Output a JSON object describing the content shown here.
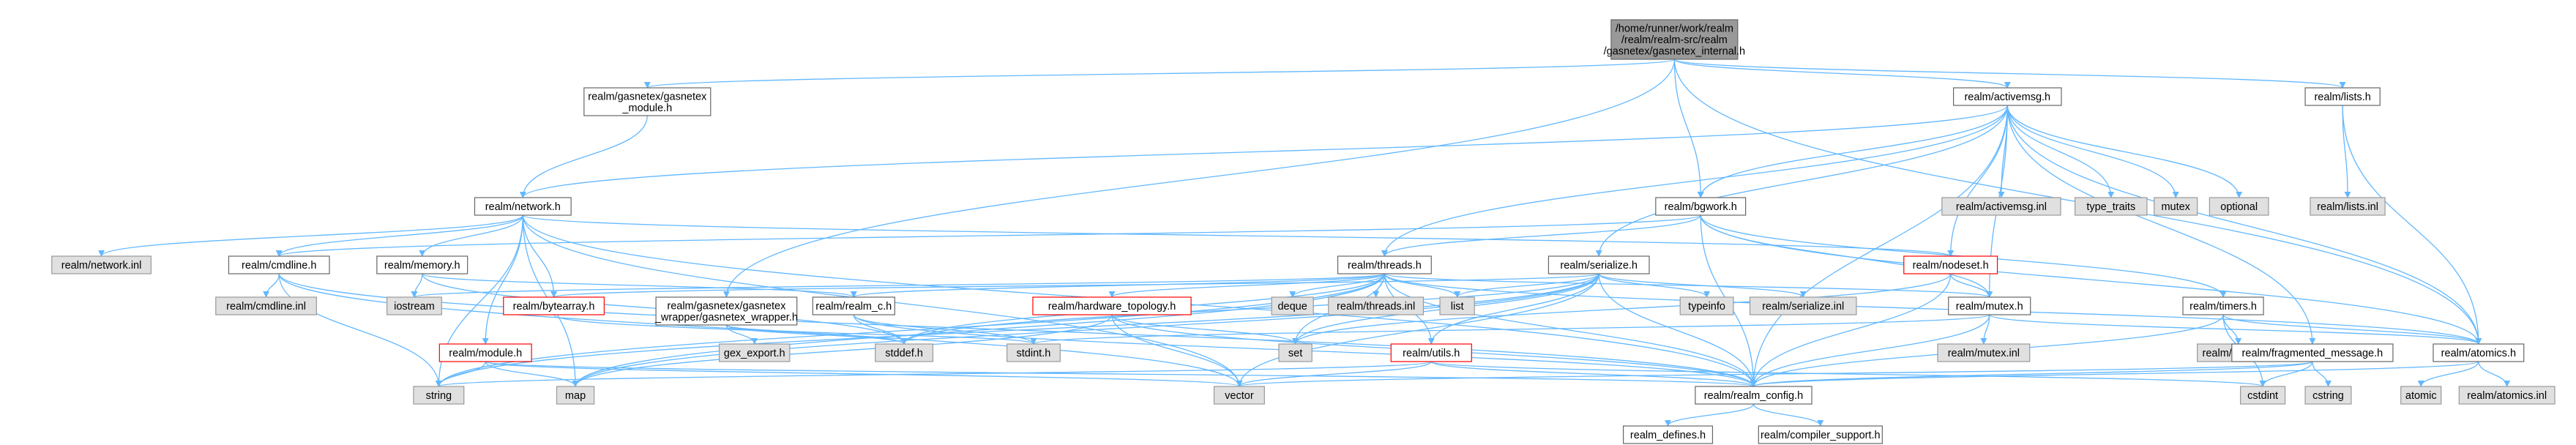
{
  "colors": {
    "focus_fill": "#999999",
    "focus_border": "#666666",
    "node_fill": "#ffffff",
    "node_border": "#666666",
    "external_fill": "#e0e0e0",
    "external_border": "#999999",
    "truncated_border": "#ff0000",
    "edge": "#63b8ff"
  },
  "nodes": [
    {
      "id": "root",
      "lines": [
        "/home/runner/work/realm",
        "/realm/realm-src/realm",
        "/gasnetex/gasnetex_internal.h"
      ],
      "kind": "focus"
    },
    {
      "id": "gasnetex_module",
      "lines": [
        "realm/gasnetex/gasnetex",
        "_module.h"
      ],
      "kind": "normal"
    },
    {
      "id": "activemsg",
      "lines": [
        "realm/activemsg.h"
      ],
      "kind": "normal"
    },
    {
      "id": "lists",
      "lines": [
        "realm/lists.h"
      ],
      "kind": "normal"
    },
    {
      "id": "network",
      "lines": [
        "realm/network.h"
      ],
      "kind": "normal"
    },
    {
      "id": "bgwork",
      "lines": [
        "realm/bgwork.h"
      ],
      "kind": "normal"
    },
    {
      "id": "activemsg_inl",
      "lines": [
        "realm/activemsg.inl"
      ],
      "kind": "external"
    },
    {
      "id": "type_traits",
      "lines": [
        "type_traits"
      ],
      "kind": "external"
    },
    {
      "id": "mutex_std",
      "lines": [
        "mutex"
      ],
      "kind": "external"
    },
    {
      "id": "optional",
      "lines": [
        "optional"
      ],
      "kind": "external"
    },
    {
      "id": "lists_inl",
      "lines": [
        "realm/lists.inl"
      ],
      "kind": "external"
    },
    {
      "id": "network_inl",
      "lines": [
        "realm/network.inl"
      ],
      "kind": "external"
    },
    {
      "id": "cmdline",
      "lines": [
        "realm/cmdline.h"
      ],
      "kind": "normal"
    },
    {
      "id": "memory",
      "lines": [
        "realm/memory.h"
      ],
      "kind": "normal"
    },
    {
      "id": "threads",
      "lines": [
        "realm/threads.h"
      ],
      "kind": "normal"
    },
    {
      "id": "serialize",
      "lines": [
        "realm/serialize.h"
      ],
      "kind": "normal"
    },
    {
      "id": "nodeset",
      "lines": [
        "realm/nodeset.h"
      ],
      "kind": "truncated"
    },
    {
      "id": "cmdline_inl",
      "lines": [
        "realm/cmdline.inl"
      ],
      "kind": "external"
    },
    {
      "id": "iostream",
      "lines": [
        "iostream"
      ],
      "kind": "external"
    },
    {
      "id": "bytearray",
      "lines": [
        "realm/bytearray.h"
      ],
      "kind": "truncated"
    },
    {
      "id": "gasnetex_wrapper",
      "lines": [
        "realm/gasnetex/gasnetex",
        "_wrapper/gasnetex_wrapper.h"
      ],
      "kind": "normal"
    },
    {
      "id": "realm_c",
      "lines": [
        "realm/realm_c.h"
      ],
      "kind": "normal"
    },
    {
      "id": "hw_topology",
      "lines": [
        "realm/hardware_topology.h"
      ],
      "kind": "truncated"
    },
    {
      "id": "deque",
      "lines": [
        "deque"
      ],
      "kind": "external"
    },
    {
      "id": "threads_inl",
      "lines": [
        "realm/threads.inl"
      ],
      "kind": "external"
    },
    {
      "id": "list",
      "lines": [
        "list"
      ],
      "kind": "external"
    },
    {
      "id": "typeinfo",
      "lines": [
        "typeinfo"
      ],
      "kind": "external"
    },
    {
      "id": "serialize_inl",
      "lines": [
        "realm/serialize.inl"
      ],
      "kind": "external"
    },
    {
      "id": "mutex",
      "lines": [
        "realm/mutex.h"
      ],
      "kind": "normal"
    },
    {
      "id": "timers",
      "lines": [
        "realm/timers.h"
      ],
      "kind": "normal"
    },
    {
      "id": "module",
      "lines": [
        "realm/module.h"
      ],
      "kind": "truncated"
    },
    {
      "id": "gex_export",
      "lines": [
        "gex_export.h"
      ],
      "kind": "external"
    },
    {
      "id": "stddef",
      "lines": [
        "stddef.h"
      ],
      "kind": "external"
    },
    {
      "id": "stdint",
      "lines": [
        "stdint.h"
      ],
      "kind": "external"
    },
    {
      "id": "set",
      "lines": [
        "set"
      ],
      "kind": "external"
    },
    {
      "id": "utils",
      "lines": [
        "realm/utils.h"
      ],
      "kind": "truncated"
    },
    {
      "id": "mutex_inl",
      "lines": [
        "realm/mutex.inl"
      ],
      "kind": "external"
    },
    {
      "id": "timers_inl",
      "lines": [
        "realm/timers.inl"
      ],
      "kind": "external"
    },
    {
      "id": "fragmented",
      "lines": [
        "realm/fragmented_message.h"
      ],
      "kind": "normal"
    },
    {
      "id": "atomics",
      "lines": [
        "realm/atomics.h"
      ],
      "kind": "normal"
    },
    {
      "id": "string",
      "lines": [
        "string"
      ],
      "kind": "external"
    },
    {
      "id": "map",
      "lines": [
        "map"
      ],
      "kind": "external"
    },
    {
      "id": "vector",
      "lines": [
        "vector"
      ],
      "kind": "external"
    },
    {
      "id": "realm_config",
      "lines": [
        "realm/realm_config.h"
      ],
      "kind": "normal"
    },
    {
      "id": "cstdint",
      "lines": [
        "cstdint"
      ],
      "kind": "external"
    },
    {
      "id": "cstring",
      "lines": [
        "cstring"
      ],
      "kind": "external"
    },
    {
      "id": "atomic",
      "lines": [
        "atomic"
      ],
      "kind": "external"
    },
    {
      "id": "atomics_inl",
      "lines": [
        "realm/atomics.inl"
      ],
      "kind": "external"
    },
    {
      "id": "realm_defines",
      "lines": [
        "realm_defines.h"
      ],
      "kind": "normal"
    },
    {
      "id": "compiler_support",
      "lines": [
        "realm/compiler_support.h"
      ],
      "kind": "normal"
    }
  ],
  "edges": [
    [
      "root",
      "gasnetex_module"
    ],
    [
      "root",
      "activemsg"
    ],
    [
      "root",
      "lists"
    ],
    [
      "root",
      "bgwork"
    ],
    [
      "root",
      "atomics"
    ],
    [
      "root",
      "gasnetex_wrapper"
    ],
    [
      "gasnetex_module",
      "network"
    ],
    [
      "activemsg",
      "network"
    ],
    [
      "activemsg",
      "bgwork"
    ],
    [
      "activemsg",
      "activemsg_inl"
    ],
    [
      "activemsg",
      "type_traits"
    ],
    [
      "activemsg",
      "mutex_std"
    ],
    [
      "activemsg",
      "optional"
    ],
    [
      "activemsg",
      "serialize"
    ],
    [
      "activemsg",
      "nodeset"
    ],
    [
      "activemsg",
      "threads"
    ],
    [
      "activemsg",
      "mutex"
    ],
    [
      "activemsg",
      "realm_config"
    ],
    [
      "activemsg",
      "fragmented"
    ],
    [
      "activemsg",
      "atomics"
    ],
    [
      "lists",
      "lists_inl"
    ],
    [
      "lists",
      "atomics"
    ],
    [
      "network",
      "network_inl"
    ],
    [
      "network",
      "cmdline"
    ],
    [
      "network",
      "memory"
    ],
    [
      "network",
      "bytearray"
    ],
    [
      "network",
      "nodeset"
    ],
    [
      "network",
      "module"
    ],
    [
      "network",
      "realm_config"
    ],
    [
      "network",
      "map"
    ],
    [
      "network",
      "string"
    ],
    [
      "network",
      "vector"
    ],
    [
      "bgwork",
      "threads"
    ],
    [
      "bgwork",
      "mutex"
    ],
    [
      "bgwork",
      "atomics"
    ],
    [
      "bgwork",
      "timers"
    ],
    [
      "bgwork",
      "cmdline"
    ],
    [
      "bgwork",
      "realm_config"
    ],
    [
      "cmdline",
      "cmdline_inl"
    ],
    [
      "cmdline",
      "string"
    ],
    [
      "cmdline",
      "vector"
    ],
    [
      "cmdline",
      "realm_config"
    ],
    [
      "memory",
      "iostream"
    ],
    [
      "memory",
      "realm_c"
    ],
    [
      "memory",
      "stddef"
    ],
    [
      "threads",
      "deque"
    ],
    [
      "threads",
      "threads_inl"
    ],
    [
      "threads",
      "list"
    ],
    [
      "threads",
      "hw_topology"
    ],
    [
      "threads",
      "mutex"
    ],
    [
      "threads",
      "atomics"
    ],
    [
      "threads",
      "utils"
    ],
    [
      "threads",
      "realm_config"
    ],
    [
      "threads",
      "realm_c"
    ],
    [
      "threads",
      "set"
    ],
    [
      "threads",
      "map"
    ],
    [
      "threads",
      "string"
    ],
    [
      "threads",
      "iostream"
    ],
    [
      "threads",
      "stddef"
    ],
    [
      "serialize",
      "list"
    ],
    [
      "serialize",
      "typeinfo"
    ],
    [
      "serialize",
      "serialize_inl"
    ],
    [
      "serialize",
      "bytearray"
    ],
    [
      "serialize",
      "utils"
    ],
    [
      "serialize",
      "set"
    ],
    [
      "serialize",
      "map"
    ],
    [
      "serialize",
      "vector"
    ],
    [
      "serialize",
      "string"
    ],
    [
      "serialize",
      "stddef"
    ],
    [
      "serialize",
      "realm_config"
    ],
    [
      "nodeset",
      "mutex"
    ],
    [
      "nodeset",
      "realm_config"
    ],
    [
      "nodeset",
      "set"
    ],
    [
      "gasnetex_wrapper",
      "gex_export"
    ],
    [
      "gasnetex_wrapper",
      "stddef"
    ],
    [
      "gasnetex_wrapper",
      "stdint"
    ],
    [
      "realm_c",
      "stddef"
    ],
    [
      "realm_c",
      "stdint"
    ],
    [
      "realm_c",
      "realm_config"
    ],
    [
      "hw_topology",
      "set"
    ],
    [
      "hw_topology",
      "map"
    ],
    [
      "hw_topology",
      "vector"
    ],
    [
      "hw_topology",
      "realm_config"
    ],
    [
      "bytearray",
      "stddef"
    ],
    [
      "mutex",
      "mutex_inl"
    ],
    [
      "mutex",
      "atomics"
    ],
    [
      "mutex",
      "realm_config"
    ],
    [
      "mutex",
      "stdint"
    ],
    [
      "timers",
      "timers_inl"
    ],
    [
      "timers",
      "atomics"
    ],
    [
      "timers",
      "realm_config"
    ],
    [
      "timers",
      "cstdint"
    ],
    [
      "module",
      "map"
    ],
    [
      "module",
      "string"
    ],
    [
      "module",
      "vector"
    ],
    [
      "module",
      "realm_config"
    ],
    [
      "utils",
      "string"
    ],
    [
      "utils",
      "vector"
    ],
    [
      "utils",
      "realm_config"
    ],
    [
      "utils",
      "cstdint"
    ],
    [
      "fragmented",
      "realm_config"
    ],
    [
      "fragmented",
      "cstdint"
    ],
    [
      "fragmented",
      "cstring"
    ],
    [
      "fragmented",
      "vector"
    ],
    [
      "atomics",
      "atomic"
    ],
    [
      "atomics",
      "atomics_inl"
    ],
    [
      "atomics",
      "realm_config"
    ],
    [
      "realm_config",
      "realm_defines"
    ],
    [
      "realm_config",
      "compiler_support"
    ]
  ]
}
